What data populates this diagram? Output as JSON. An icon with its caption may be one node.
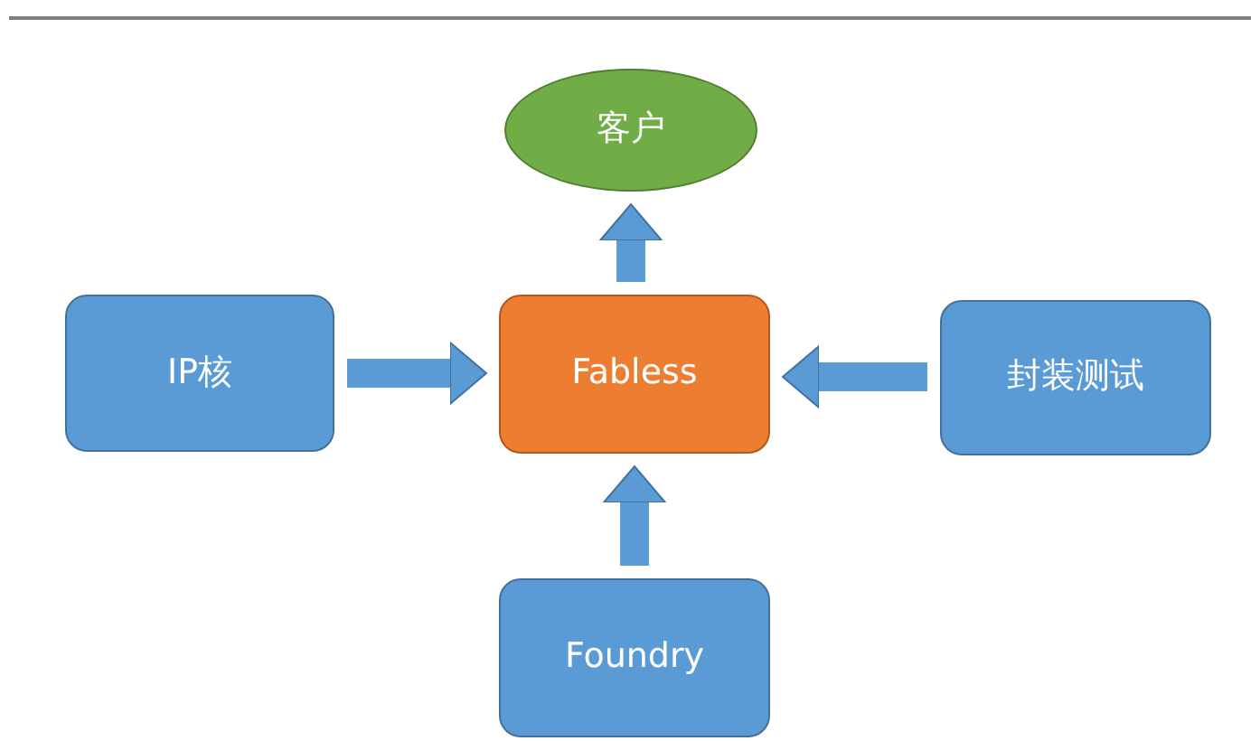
{
  "diagram": {
    "nodes": [
      {
        "text": [
          "客户"
        ]
      },
      {
        "text": [
          "IP核"
        ]
      },
      {
        "text": [
          "Fabless"
        ]
      },
      {
        "text": [
          "封装测试"
        ]
      },
      {
        "text": [
          "Foundry"
        ]
      }
    ],
    "edges": [
      {
        "from": 1,
        "to": 2,
        "arrow": "to"
      },
      {
        "from": 3,
        "to": 2,
        "arrow": "to"
      },
      {
        "from": 4,
        "to": 2,
        "arrow": "to"
      },
      {
        "from": 2,
        "to": 0,
        "arrow": "to"
      }
    ]
  }
}
